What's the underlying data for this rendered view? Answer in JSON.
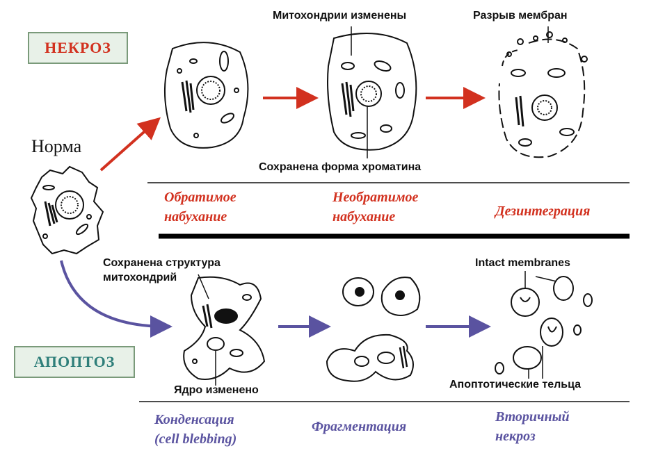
{
  "colors": {
    "necrosis": "#d2311f",
    "apoptosis": "#5a53a0",
    "box_fill": "#e8f1e8",
    "necrosis_box_text": "#d2311f",
    "apoptosis_box_text": "#2f7f7a"
  },
  "boxes": {
    "necrosis": "НЕКРОЗ",
    "apoptosis": "АПОПТОЗ"
  },
  "normal_label": "Норма",
  "necrosis_annotations": {
    "mitochondria_changed": "Митохондрии изменены",
    "membrane_rupture": "Разрыв мембран",
    "chromatin_preserved": "Сохранена форма хроматина"
  },
  "necrosis_stages": {
    "reversible_line1": "Обратимое",
    "reversible_line2": "набухание",
    "irreversible_line1": "Необратимое",
    "irreversible_line2": "набухание",
    "disintegration": "Дезинтеграция"
  },
  "apoptosis_annotations": {
    "mito_structure_line1": "Сохранена структура",
    "mito_structure_line2": "митохондрий",
    "nucleus_changed": "Ядро изменено",
    "intact_membranes": "Intact membranes",
    "apoptotic_bodies": "Апоптотические тельца"
  },
  "apoptosis_stages": {
    "condensation_line1": "Конденсация",
    "condensation_line2": "(cell blebbing)",
    "fragmentation": "Фрагментация",
    "secondary_line1": "Вторичный",
    "secondary_line2": "некроз"
  }
}
